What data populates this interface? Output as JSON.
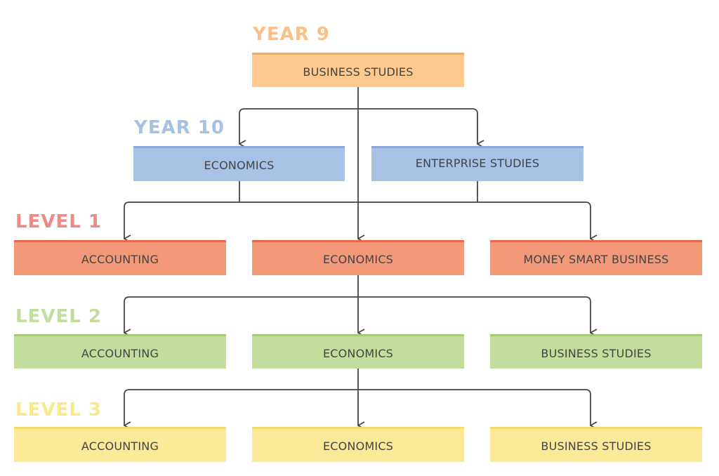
{
  "colors": {
    "year9": {
      "label": "#F9C089",
      "fill": "#FDC98C",
      "border": "#F7A95C"
    },
    "year10": {
      "label": "#A7C1E3",
      "fill": "#A8C2E6",
      "border": "#8AA8DA"
    },
    "level1": {
      "label": "#EE8A86",
      "fill": "#F4987A",
      "border": "#E8684E"
    },
    "level2": {
      "label": "#C2DD9D",
      "fill": "#C3DD9C",
      "border": "#A5CB76"
    },
    "level3": {
      "label": "#F8E88E",
      "fill": "#FAE996",
      "border": "#F4DB6B"
    },
    "connector": "#444444"
  },
  "levels": {
    "year9": "YEAR 9",
    "year10": "YEAR 10",
    "level1": "LEVEL 1",
    "level2": "LEVEL 2",
    "level3": "LEVEL 3"
  },
  "courses": {
    "year9_business": "BUSINESS STUDIES",
    "year10_economics": "ECONOMICS",
    "year10_enterprise": "ENTERPRISE STUDIES",
    "level1_accounting": "ACCOUNTING",
    "level1_economics": "ECONOMICS",
    "level1_money_smart": "MONEY SMART BUSINESS",
    "level2_accounting": "ACCOUNTING",
    "level2_economics": "ECONOMICS",
    "level2_business": "BUSINESS STUDIES",
    "level3_accounting": "ACCOUNTING",
    "level3_economics": "ECONOMICS",
    "level3_business": "BUSINESS STUDIES"
  }
}
